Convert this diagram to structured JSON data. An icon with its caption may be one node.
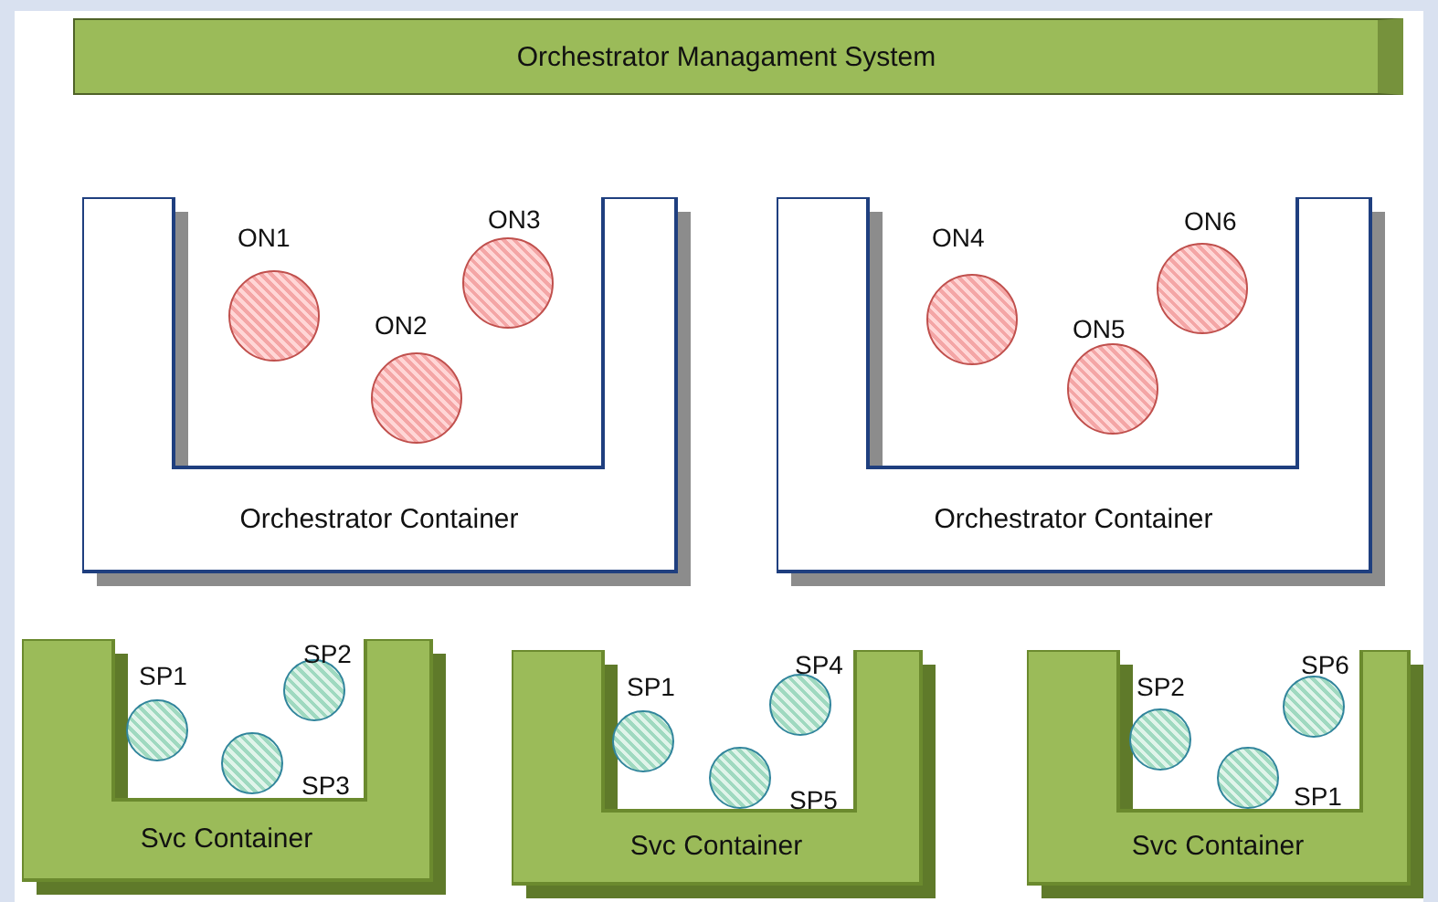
{
  "diagram": {
    "nodes": [
      {
        "text": [
          "Orchestrator Managament System"
        ]
      },
      {
        "text": [
          "Orchestrator Container"
        ]
      },
      {
        "text": [],
        "shape": "circle",
        "in": 1,
        "beside": [
          "ON1"
        ]
      },
      {
        "text": [],
        "shape": "circle",
        "in": 1,
        "beside": [
          "ON2"
        ]
      },
      {
        "text": [],
        "shape": "circle",
        "in": 1,
        "beside": [
          "ON3"
        ]
      },
      {
        "text": [
          "Orchestrator Container"
        ]
      },
      {
        "text": [],
        "shape": "circle",
        "in": 5,
        "beside": [
          "ON4"
        ]
      },
      {
        "text": [],
        "shape": "circle",
        "in": 5,
        "beside": [
          "ON5"
        ]
      },
      {
        "text": [],
        "shape": "circle",
        "in": 5,
        "beside": [
          "ON6"
        ]
      },
      {
        "text": [
          "Svc Container"
        ]
      },
      {
        "text": [],
        "shape": "circle",
        "in": 9,
        "beside": [
          "SP1"
        ]
      },
      {
        "text": [],
        "shape": "circle",
        "in": 9,
        "beside": [
          "SP3"
        ]
      },
      {
        "text": [],
        "shape": "circle",
        "in": 9,
        "beside": [
          "SP2"
        ]
      },
      {
        "text": [
          "Svc Container"
        ]
      },
      {
        "text": [],
        "shape": "circle",
        "in": 13,
        "beside": [
          "SP1"
        ]
      },
      {
        "text": [],
        "shape": "circle",
        "in": 13,
        "beside": [
          "SP5"
        ]
      },
      {
        "text": [],
        "shape": "circle",
        "in": 13,
        "beside": [
          "SP4"
        ]
      },
      {
        "text": [
          "Svc Container"
        ]
      },
      {
        "text": [],
        "shape": "circle",
        "in": 17,
        "beside": [
          "SP2"
        ]
      },
      {
        "text": [],
        "shape": "circle",
        "in": 17,
        "beside": [
          "SP1"
        ]
      },
      {
        "text": [],
        "shape": "circle",
        "in": 17,
        "beside": [
          "SP6"
        ]
      }
    ]
  }
}
